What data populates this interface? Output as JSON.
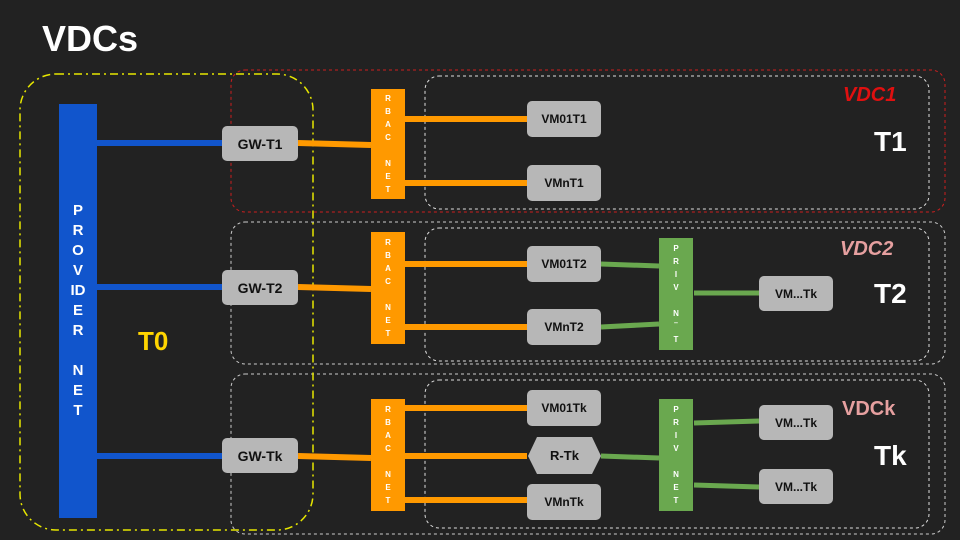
{
  "title": "VDCs",
  "provider": {
    "label": "P\nR\nO\nV\nID\nE\nR\n\nN\nE\nT"
  },
  "t0_label": "T0",
  "tenants": [
    {
      "vdc_label": "VDC1",
      "vdc_color": "#e01010",
      "t_label": "T1",
      "gateway": "GW-T1",
      "rbac": "R\nB\nA\nC\n\nN\nE\nT",
      "vms": [
        "VM01T1",
        "VMnT1"
      ]
    },
    {
      "vdc_label": "VDC2",
      "vdc_color": "#e6a0a0",
      "t_label": "T2",
      "gateway": "GW-T2",
      "rbac": "R\nB\nA\nC\n\nN\nE\nT",
      "vms": [
        "VM01T2",
        "VMnT2"
      ],
      "priv": "P\nR\nI\nV\n\nN\n‾\nT",
      "private_vms": [
        "VM...Tk"
      ]
    },
    {
      "vdc_label": "VDCk",
      "vdc_color": "#e6a0a0",
      "t_label": "Tk",
      "gateway": "GW-Tk",
      "rbac": "R\nB\nA\nC\n\nN\nE\nT",
      "vms": [
        "VM01Tk",
        "VMnTk"
      ],
      "router": "R-Tk",
      "priv": "P\nR\nI\nV\n\nN\nE\nT",
      "private_vms": [
        "VM...Tk",
        "VM...Tk"
      ]
    }
  ],
  "colors": {
    "provider": "#1155cc",
    "rbac": "#ff9900",
    "priv": "#6aa84f",
    "node": "#b7b7b7",
    "t0_outline": "#e6e600",
    "background": "#222222"
  }
}
